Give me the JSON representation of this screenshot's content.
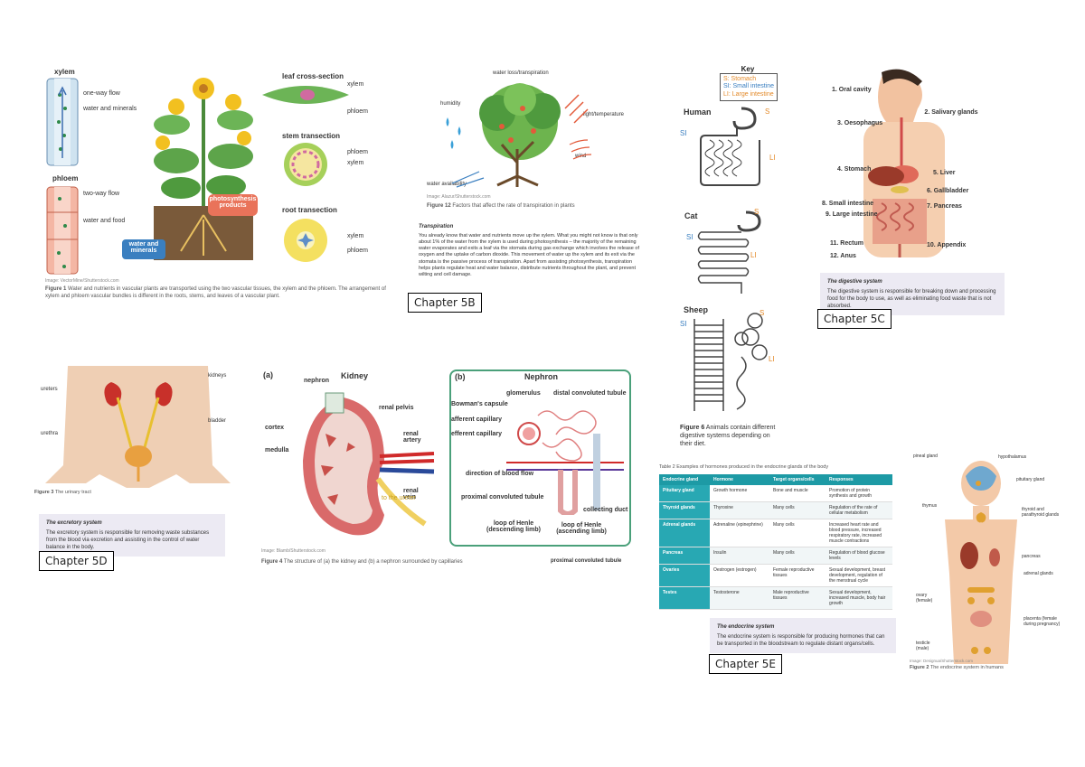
{
  "plants": {
    "xylem": "xylem",
    "one_way": "one-way flow",
    "water_minerals": "water and minerals",
    "phloem": "phloem",
    "two_way": "two-way flow",
    "water_food": "water and food",
    "leaf": "leaf cross-section",
    "stem": "stem transection",
    "root": "root transection",
    "xylem2": "xylem",
    "phloem2": "phloem",
    "photo": "photosynthesis products",
    "wm": "water and minerals",
    "credit": "Image: VectorMine/Shutterstock.com",
    "fig_bold": "Figure 1",
    "fig": "Water and nutrients in vascular plants are transported using the two vascular tissues, the xylem and the phloem. The arrangement of xylem and phloem vascular bundles is different in the roots, stems, and leaves of a vascular plant."
  },
  "transp": {
    "water_loss": "water loss/transpiration",
    "humidity": "humidity",
    "light": "light/temperature",
    "wind": "wind",
    "availability": "water availability",
    "credit": "Image: Alazur/Shutterstock.com",
    "fig_bold": "Figure 12",
    "fig": "Factors that affect the rate of transpiration in plants",
    "heading": "Transpiration",
    "body": "You already know that water and nutrients move up the xylem. What you might not know is that only about 1% of the water from the xylem is used during photosynthesis – the majority of the remaining water evaporates and exits a leaf via the stomata during gas exchange which involves the release of oxygen and the uptake of carbon dioxide. This movement of water up the xylem and its exit via the stomata is the passive process of transpiration. Apart from assisting photosynthesis, transpiration helps plants regulate heat and water balance, distribute nutrients throughout the plant, and prevent wilting and cell damage."
  },
  "digest_animals": {
    "key": "Key",
    "k1": "S: Stomach",
    "k2": "SI: Small intestine",
    "k3": "LI: Large intestine",
    "human": "Human",
    "cat": "Cat",
    "sheep": "Sheep",
    "s": "S",
    "si": "SI",
    "li": "LI",
    "fig_bold": "Figure 6",
    "fig": "Animals contain different digestive systems depending on their diet."
  },
  "digest_human": {
    "l1": "1. Oral cavity",
    "l2": "2. Salivary glands",
    "l3": "3. Oesophagus",
    "l4": "4. Stomach",
    "l5": "5. Liver",
    "l6": "6. Gallbladder",
    "l7": "7. Pancreas",
    "l8": "8. Small intestine",
    "l9": "9. Large intestine",
    "l10": "10. Appendix",
    "l11": "11. Rectum",
    "l12": "12. Anus",
    "box_title": "The digestive system",
    "box_text": "The digestive system is responsible for breaking down and processing food for the body to use, as well as eliminating food waste that is not absorbed."
  },
  "urinary": {
    "kidneys": "kidneys",
    "ureters": "ureters",
    "bladder": "bladder",
    "urethra": "urethra",
    "fig_bold": "Figure 3",
    "fig": "The urinary tract",
    "box_title": "The excretory system",
    "box_text": "The excretory system is responsible for removing waste substances from the blood via excretion and assisting in the control of water balance in the body."
  },
  "kidney": {
    "a": "(a)",
    "b": "(b)",
    "kidney": "Kidney",
    "nephron_t": "Nephron",
    "nephron": "nephron",
    "cortex": "cortex",
    "medulla": "medulla",
    "pelvis": "renal pelvis",
    "artery": "renal artery",
    "vein": "renal vein",
    "ureter": "to the ureter",
    "bowman": "Bowman's capsule",
    "glomerulus": "glomerulus",
    "dct": "distal convoluted tubule",
    "aff": "afferent capillary",
    "eff": "efferent capillary",
    "flow": "direction of blood flow",
    "pct": "proximal convoluted tubule",
    "duct": "collecting duct",
    "loop_d": "loop of Henle (descending limb)",
    "loop_a": "loop of Henle (ascending limb)",
    "credit": "Image: Blamb/Shutterstock.com",
    "fig_bold": "Figure 4",
    "fig": "The structure of (a) the kidney and (b) a nephron surrounded by capillaries",
    "trail": "proximal convoluted tubule"
  },
  "endocrine": {
    "table_title": "Table 2  Examples of hormones produced in the endocrine glands of the body",
    "headers": [
      "Endocrine gland",
      "Hormone",
      "Target organs/cells",
      "Responses"
    ],
    "rows": [
      [
        "Pituitary gland",
        "Growth hormone",
        "Bone and muscle",
        "Promotion of protein synthesis and growth"
      ],
      [
        "Thyroid glands",
        "Thyroxine",
        "Many cells",
        "Regulation of the rate of cellular metabolism"
      ],
      [
        "Adrenal glands",
        "Adrenaline (epinephrine)",
        "Many cells",
        "Increased heart rate and blood pressure, increased respiratory rate, increased muscle contractions"
      ],
      [
        "Pancreas",
        "Insulin",
        "Many cells",
        "Regulation of blood glucose levels"
      ],
      [
        "Ovaries",
        "Oestrogen (estrogen)",
        "Female reproductive tissues",
        "Sexual development, breast development, regulation of the menstrual cycle"
      ],
      [
        "Testes",
        "Testosterone",
        "Male reproductive tissues",
        "Sexual development, increased muscle, body hair growth"
      ]
    ],
    "box_title": "The endocrine system",
    "box_text": "The endocrine system is responsible for producing hormones that can be transported in the bloodstream to regulate distant organs/cells.",
    "pineal": "pineal gland",
    "hypothalamus": "hypothalamus",
    "pituitary": "pituitary gland",
    "thymus": "thymus",
    "thyroid": "thyroid and parathyroid glands",
    "pancreas": "pancreas",
    "adrenal": "adrenal glands",
    "ovary": "ovary (female)",
    "placenta": "placenta (female during pregnancy)",
    "testicle": "testicle (male)",
    "credit": "Image: Designua/Shutterstock.com",
    "fig_bold": "Figure 2",
    "fig": "The endocrine system in humans"
  },
  "chapters": {
    "c5b": "Chapter 5B",
    "c5c": "Chapter 5C",
    "c5d": "Chapter 5D",
    "c5e": "Chapter 5E"
  }
}
